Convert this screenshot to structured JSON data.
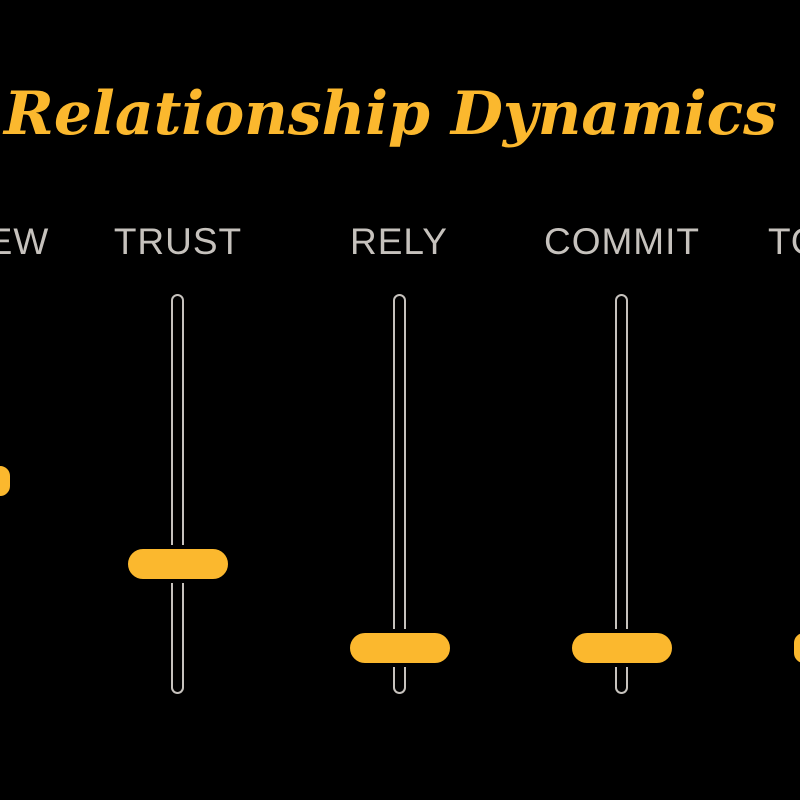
{
  "title": "Relationship Dynamics",
  "colors": {
    "background": "#000000",
    "accent": "#fbb82e",
    "label": "#c6c2bd",
    "track": "#c6c2bd"
  },
  "sliders": [
    {
      "label": "VIEW",
      "level": 0.47
    },
    {
      "label": "TRUST",
      "level": 0.32
    },
    {
      "label": "RELY",
      "level": 0.12
    },
    {
      "label": "COMMIT",
      "level": 0.12
    },
    {
      "label": "TOGETHER",
      "level": 0.12
    }
  ]
}
